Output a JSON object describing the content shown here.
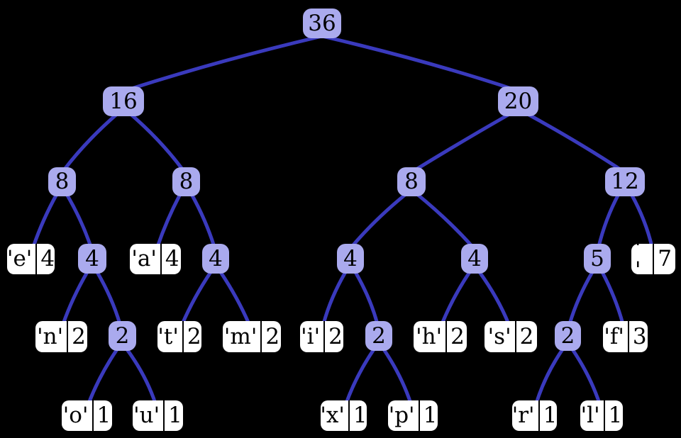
{
  "diagram": {
    "type": "huffman-binary-tree",
    "root_total": "36"
  },
  "colors": {
    "background": "#000000",
    "internal_node_fill": "#aaaaee",
    "leaf_node_fill": "#ffffff",
    "edge_stroke": "#3a3abd",
    "node_text": "#000000"
  },
  "tree": {
    "nodes": {
      "n36": {
        "value": "36"
      },
      "n16": {
        "value": "16"
      },
      "n20": {
        "value": "20"
      },
      "n8l": {
        "value": "8"
      },
      "n8m": {
        "value": "8"
      },
      "n8r": {
        "value": "8"
      },
      "n12": {
        "value": "12"
      },
      "n4a": {
        "value": "4"
      },
      "n4b": {
        "value": "4"
      },
      "n4c": {
        "value": "4"
      },
      "n4d": {
        "value": "4"
      },
      "n5": {
        "value": "5"
      },
      "n2a": {
        "value": "2"
      },
      "n2b": {
        "value": "2"
      },
      "n2c": {
        "value": "2"
      },
      "leaf_e": {
        "char": "'e'",
        "value": "4"
      },
      "leaf_a": {
        "char": "'a'",
        "value": "4"
      },
      "leaf_sp": {
        "char": "' '",
        "value": "7"
      },
      "leaf_n": {
        "char": "'n'",
        "value": "2"
      },
      "leaf_t": {
        "char": "'t'",
        "value": "2"
      },
      "leaf_m": {
        "char": "'m'",
        "value": "2"
      },
      "leaf_i": {
        "char": "'i'",
        "value": "2"
      },
      "leaf_h": {
        "char": "'h'",
        "value": "2"
      },
      "leaf_s": {
        "char": "'s'",
        "value": "2"
      },
      "leaf_f": {
        "char": "'f'",
        "value": "3"
      },
      "leaf_o": {
        "char": "'o'",
        "value": "1"
      },
      "leaf_u": {
        "char": "'u'",
        "value": "1"
      },
      "leaf_x": {
        "char": "'x'",
        "value": "1"
      },
      "leaf_p": {
        "char": "'p'",
        "value": "1"
      },
      "leaf_r": {
        "char": "'r'",
        "value": "1"
      },
      "leaf_l": {
        "char": "'l'",
        "value": "1"
      }
    },
    "edges": [
      [
        "n36",
        "n16"
      ],
      [
        "n36",
        "n20"
      ],
      [
        "n16",
        "n8l"
      ],
      [
        "n16",
        "n8m"
      ],
      [
        "n20",
        "n8r"
      ],
      [
        "n20",
        "n12"
      ],
      [
        "n8l",
        "leaf_e"
      ],
      [
        "n8l",
        "n4a"
      ],
      [
        "n8m",
        "leaf_a"
      ],
      [
        "n8m",
        "n4b"
      ],
      [
        "n8r",
        "n4c"
      ],
      [
        "n8r",
        "n4d"
      ],
      [
        "n12",
        "n5"
      ],
      [
        "n12",
        "leaf_sp"
      ],
      [
        "n4a",
        "leaf_n"
      ],
      [
        "n4a",
        "n2a"
      ],
      [
        "n4b",
        "leaf_t"
      ],
      [
        "n4b",
        "leaf_m"
      ],
      [
        "n4c",
        "leaf_i"
      ],
      [
        "n4c",
        "n2b"
      ],
      [
        "n4d",
        "leaf_h"
      ],
      [
        "n4d",
        "leaf_s"
      ],
      [
        "n5",
        "n2c"
      ],
      [
        "n5",
        "leaf_f"
      ],
      [
        "n2a",
        "leaf_o"
      ],
      [
        "n2a",
        "leaf_u"
      ],
      [
        "n2b",
        "leaf_x"
      ],
      [
        "n2b",
        "leaf_p"
      ],
      [
        "n2c",
        "leaf_r"
      ],
      [
        "n2c",
        "leaf_l"
      ]
    ]
  }
}
